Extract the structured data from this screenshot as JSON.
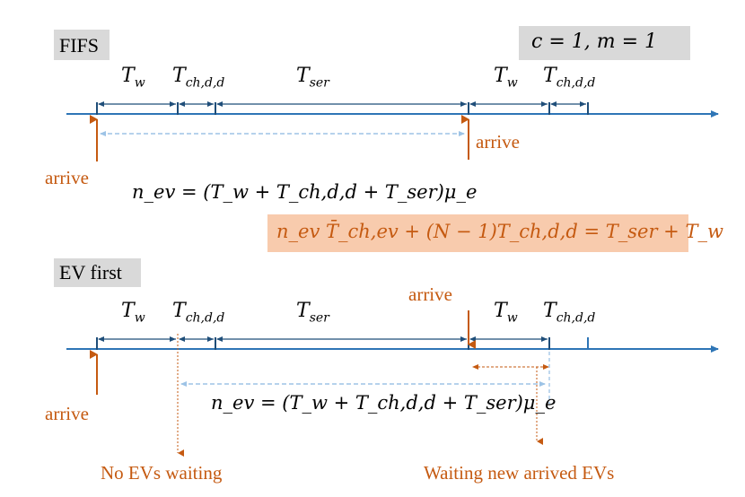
{
  "fifs": {
    "label": "FIFS",
    "params": "c = 1, m = 1",
    "segments": {
      "tw": "T",
      "tw_sub": "w",
      "tch": "T",
      "tch_sub": "ch,d,d",
      "tser": "T",
      "tser_sub": "ser",
      "tw2": "T",
      "tw2_sub": "w",
      "tch2": "T",
      "tch2_sub": "ch,d,d"
    },
    "arrive_left": "arrive",
    "arrive_right": "arrive",
    "equation": "n_ev = (T_w + T_ch,d,d + T_ser)μ_e"
  },
  "highlight_equation": "n_ev T̄_ch,ev + (N − 1)T_ch,d,d = T_ser + T_w",
  "ev_first": {
    "label": "EV first",
    "segments": {
      "tw": "T",
      "tw_sub": "w",
      "tch": "T",
      "tch_sub": "ch,d,d",
      "tser": "T",
      "tser_sub": "ser",
      "tw2": "T",
      "tw2_sub": "w",
      "tch2": "T",
      "tch2_sub": "ch,d,d"
    },
    "arrive_top": "arrive",
    "arrive_left": "arrive",
    "equation": "n_ev = (T_w + T_ch,d,d + T_ser)μ_e",
    "note_left": "No EVs waiting",
    "note_right": "Waiting new arrived EVs"
  },
  "colors": {
    "axis": "#2e75b6",
    "bracket": "#1f4e79",
    "dashed": "#9dc3e6",
    "orange": "#c55a11",
    "gray_box": "#d9d9d9",
    "highlight": "#f8cbad"
  }
}
